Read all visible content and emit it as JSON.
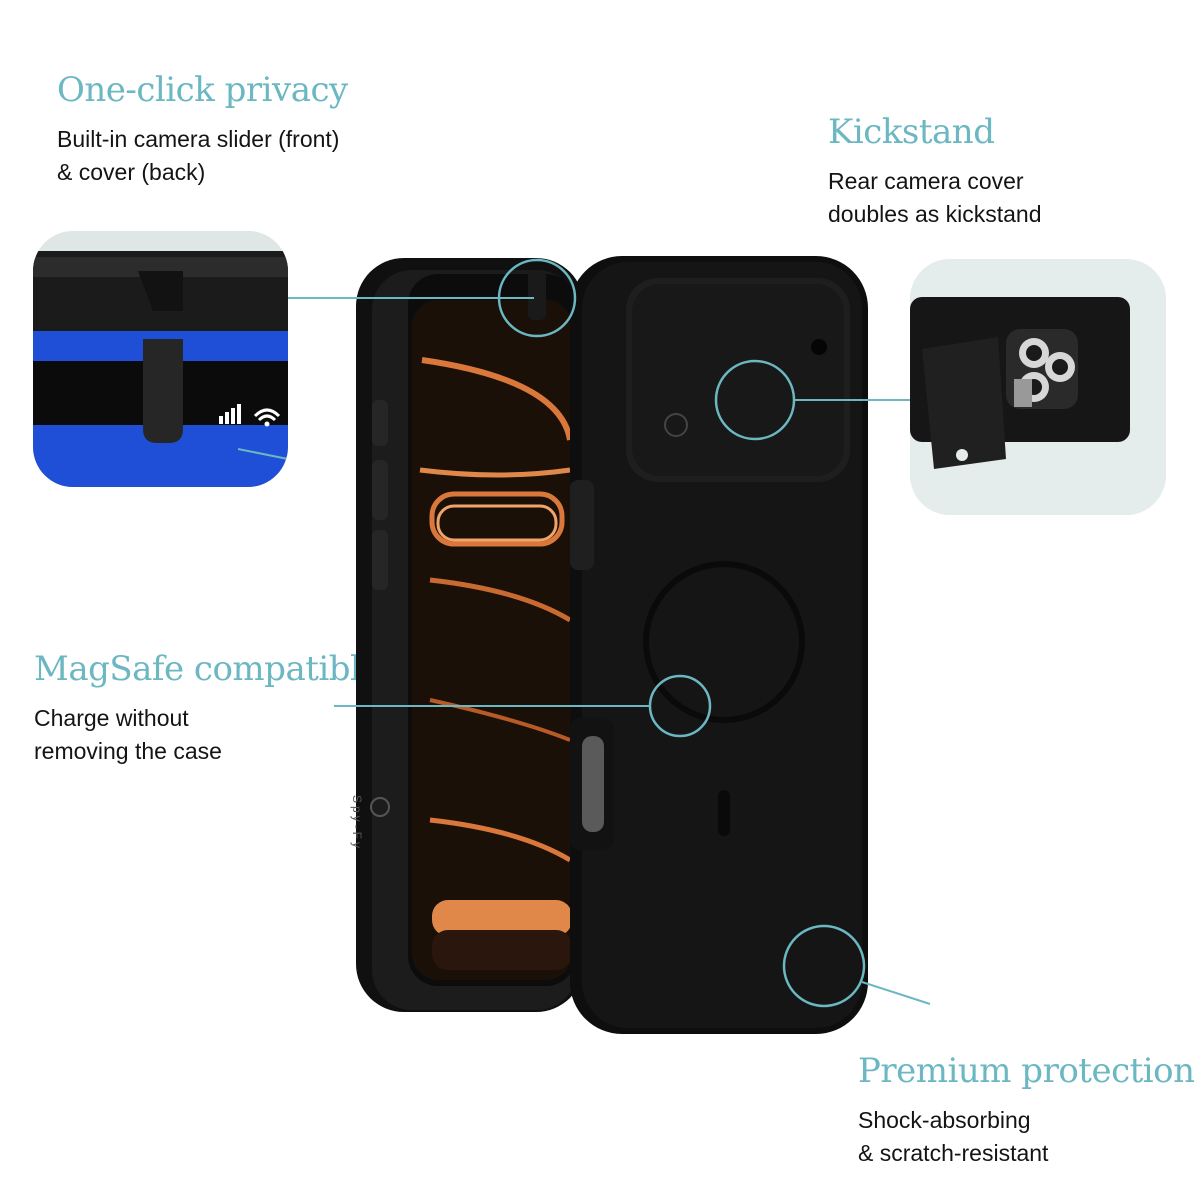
{
  "features": [
    {
      "title": "One-click privacy",
      "description": "Built-in camera slider (front)\n& cover (back)"
    },
    {
      "title": "Kickstand",
      "description": "Rear camera cover\ndoubles as kickstand"
    },
    {
      "title": "MagSafe compatible",
      "description": "Charge without\nremoving the case"
    },
    {
      "title": "Premium protection",
      "description": "Shock-absorbing\n& scratch-resistant"
    }
  ],
  "brand_mark": "Spy-Fy",
  "colors": {
    "accent": "#6bb7c2",
    "text": "#141414",
    "case": "#111111",
    "screen_glow": "#d9783a",
    "thumb_blue": "#1f4fd6"
  }
}
